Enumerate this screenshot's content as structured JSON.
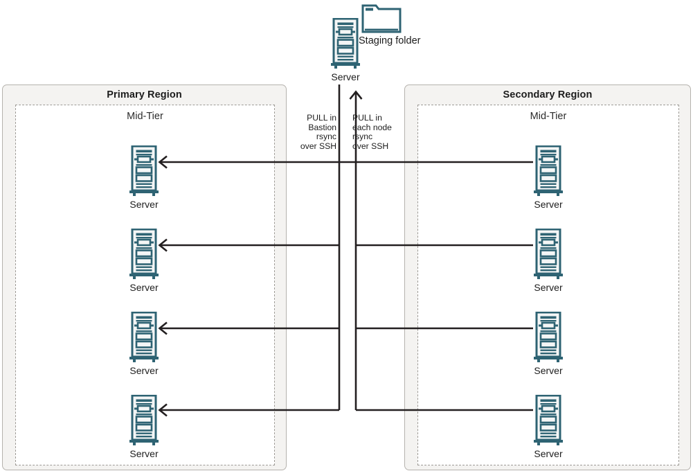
{
  "diagram": {
    "title_hidden": "",
    "colors": {
      "server_icon": "#2e6373",
      "server_icon_light": "#f4f6f6",
      "line": "#231f20",
      "region_fill": "#f4f3f1",
      "region_border": "#b5b2ad",
      "tier_border": "#9d9a95",
      "text": "#1c1c1c"
    },
    "top": {
      "server": {
        "label": "Server",
        "icon": "server-icon"
      },
      "staging": {
        "label": "Staging\nfolder",
        "icon": "folder-icon"
      }
    },
    "annotations": [
      {
        "id": "bastion",
        "text": "PULL in\nBastion\nrsync\nover SSH",
        "align": "right"
      },
      {
        "id": "each-node",
        "text": "PULL in\neach node\nrsync\nover SSH",
        "align": "left"
      }
    ],
    "regions": [
      {
        "id": "primary",
        "title": "Primary Region",
        "tier": "Mid-Tier",
        "nodes": [
          {
            "label": "Server",
            "icon": "server-icon"
          },
          {
            "label": "Server",
            "icon": "server-icon"
          },
          {
            "label": "Server",
            "icon": "server-icon"
          },
          {
            "label": "Server",
            "icon": "server-icon"
          }
        ]
      },
      {
        "id": "secondary",
        "title": "Secondary Region",
        "tier": "Mid-Tier",
        "nodes": [
          {
            "label": "Server",
            "icon": "server-icon"
          },
          {
            "label": "Server",
            "icon": "server-icon"
          },
          {
            "label": "Server",
            "icon": "server-icon"
          },
          {
            "label": "Server",
            "icon": "server-icon"
          }
        ]
      }
    ]
  }
}
